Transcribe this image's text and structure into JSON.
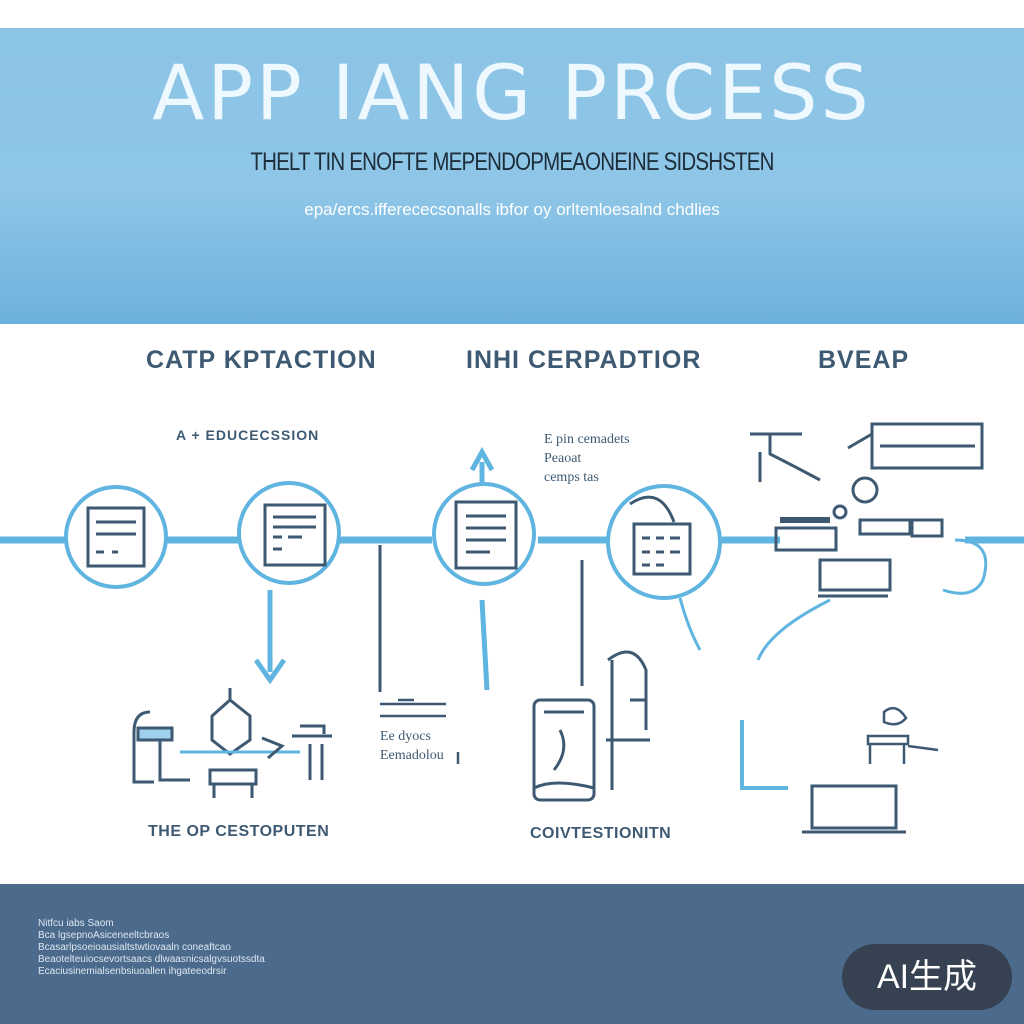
{
  "header": {
    "title": "APP IANG PRCESS",
    "subtitle": "THELT TIN ENOFTE MEPENDOPMEAONEINE SIDSHSTEN",
    "tagline": "epa/ercs.ifferececsonalls ibfor oy  orltenloesalnd  chdlies"
  },
  "stages": [
    {
      "heading": "CATP KPTACTION",
      "note": "A + EDUCECSSION",
      "caption": "THE OP CESTOPUTEN"
    },
    {
      "heading": "INHI CERPADTIOR",
      "note_lines": [
        "E pin cemadets",
        "Peaoat",
        "cemps tas"
      ],
      "side_lines": [
        "Ee dyocs",
        "Eemadolou"
      ],
      "caption": "COIVTESTIONITN"
    },
    {
      "heading": "BVEAP"
    }
  ],
  "icons": [
    "document-icon",
    "document-icon",
    "document-icon",
    "calendar-icon",
    "workstation-icon",
    "robot-icon",
    "machine-icon",
    "server-icon",
    "laptop-icon",
    "plant-icon"
  ],
  "footer": {
    "lines": [
      "Nitfcu  iabs  Saom",
      "Bca lgsepnoAsiceneeltcbraos",
      "Bcasarlpsoeioausialtstwtiovaaln  coneaftcao",
      "Beaotelteuiocsevortsaacs dlwaasnicsalgvsuotssdta",
      "Ecaciusinemialsenbsiuoallen  ihgateeodrsir"
    ]
  },
  "badge": "AI生成",
  "colors": {
    "banner": "#8cc4e6",
    "line": "#5fb4e0",
    "ink": "#3e5a73",
    "footer": "#4b6a8c"
  }
}
